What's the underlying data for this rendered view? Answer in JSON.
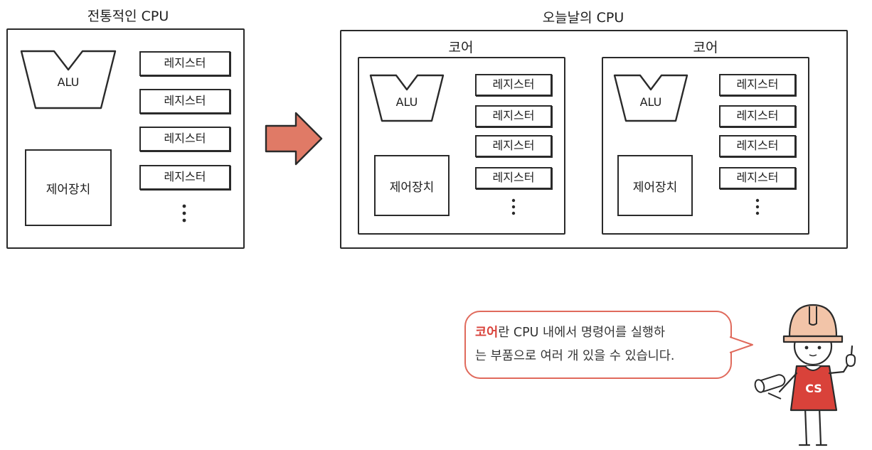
{
  "left": {
    "title": "전통적인 CPU",
    "alu": "ALU",
    "control_unit": "제어장치",
    "registers": [
      "레지스터",
      "레지스터",
      "레지스터",
      "레지스터"
    ]
  },
  "right": {
    "title": "오늘날의 CPU",
    "cores": [
      {
        "title": "코어",
        "alu": "ALU",
        "control_unit": "제어장치",
        "registers": [
          "레지스터",
          "레지스터",
          "레지스터",
          "레지스터"
        ]
      },
      {
        "title": "코어",
        "alu": "ALU",
        "control_unit": "제어장치",
        "registers": [
          "레지스터",
          "레지스터",
          "레지스터",
          "레지스터"
        ]
      }
    ]
  },
  "speech": {
    "highlight": "코어",
    "line1_rest": "란 CPU 내에서 명령어를 실행하",
    "line2": "는 부품으로 여러 개 있을 수 있습니다."
  },
  "mascot": {
    "shirt_text": "CS"
  },
  "colors": {
    "arrow": "#e07a66",
    "accent": "#d9423a",
    "bubble_border": "#e06a5c",
    "mascot_shirt": "#d9423a",
    "mascot_helmet": "#f2c4a8"
  }
}
